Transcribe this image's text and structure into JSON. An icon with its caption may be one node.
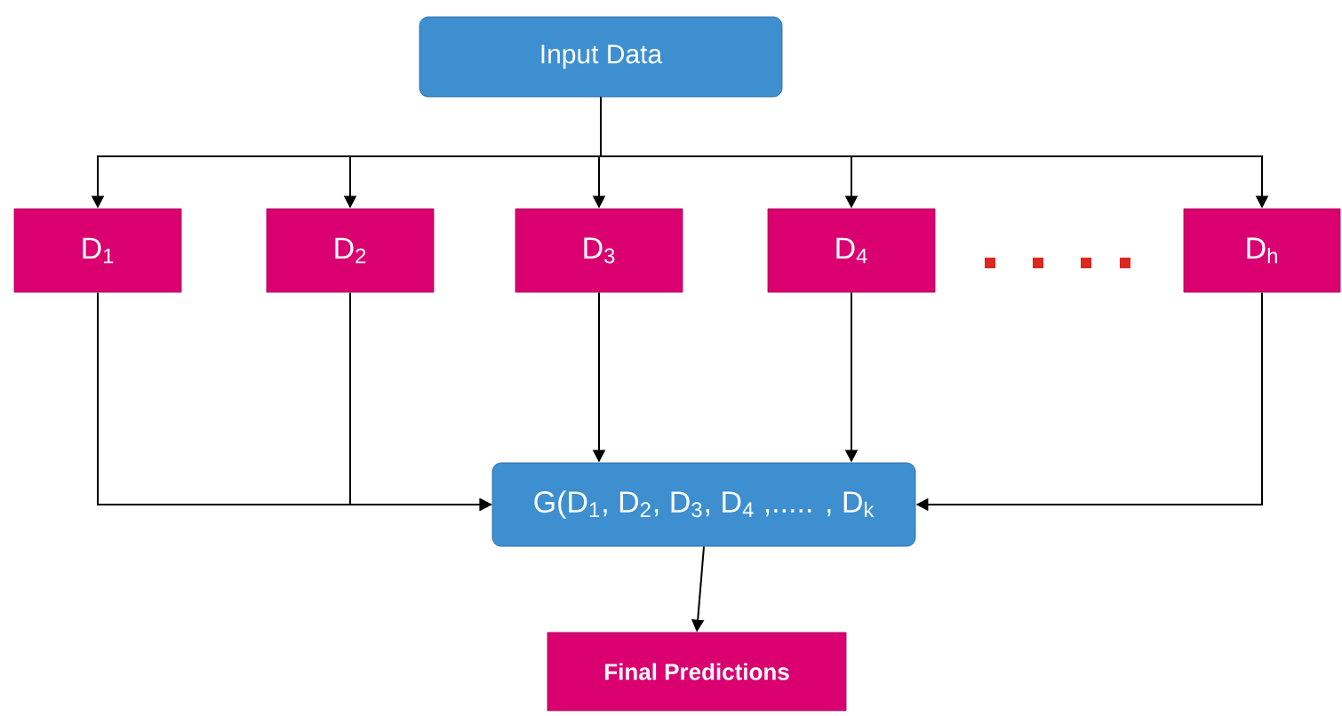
{
  "diagram": {
    "nodes": [
      {
        "text": [
          "Input Data"
        ]
      },
      {
        "text": [
          "D$_{1}$"
        ]
      },
      {
        "text": [
          "D$_{2}$"
        ]
      },
      {
        "text": [
          "D$_{3}$"
        ]
      },
      {
        "text": [
          "D$_{4}$"
        ]
      },
      {
        "text": [
          "D$_{h}$"
        ]
      },
      {
        "text": [
          "G(D$_{1}$, D$_{2}$, D$_{3}$, D$_{4}$ ,..... , D$_{k}$"
        ]
      },
      {
        "text": [
          "Final Predictions"
        ]
      }
    ],
    "edges": [
      {
        "from": 0,
        "to": 1,
        "arrow": "to"
      },
      {
        "from": 0,
        "to": 2,
        "arrow": "to"
      },
      {
        "from": 0,
        "to": 3,
        "arrow": "to"
      },
      {
        "from": 0,
        "to": 4,
        "arrow": "to"
      },
      {
        "from": 0,
        "to": 5,
        "arrow": "to"
      },
      {
        "from": 1,
        "to": 6,
        "arrow": "to"
      },
      {
        "from": 2,
        "to": 6,
        "arrow": "to"
      },
      {
        "from": 3,
        "to": 6,
        "arrow": "to"
      },
      {
        "from": 4,
        "to": 6,
        "arrow": "to"
      },
      {
        "from": 5,
        "to": 6,
        "arrow": "to"
      },
      {
        "from": 6,
        "to": 7,
        "arrow": "to"
      }
    ]
  }
}
